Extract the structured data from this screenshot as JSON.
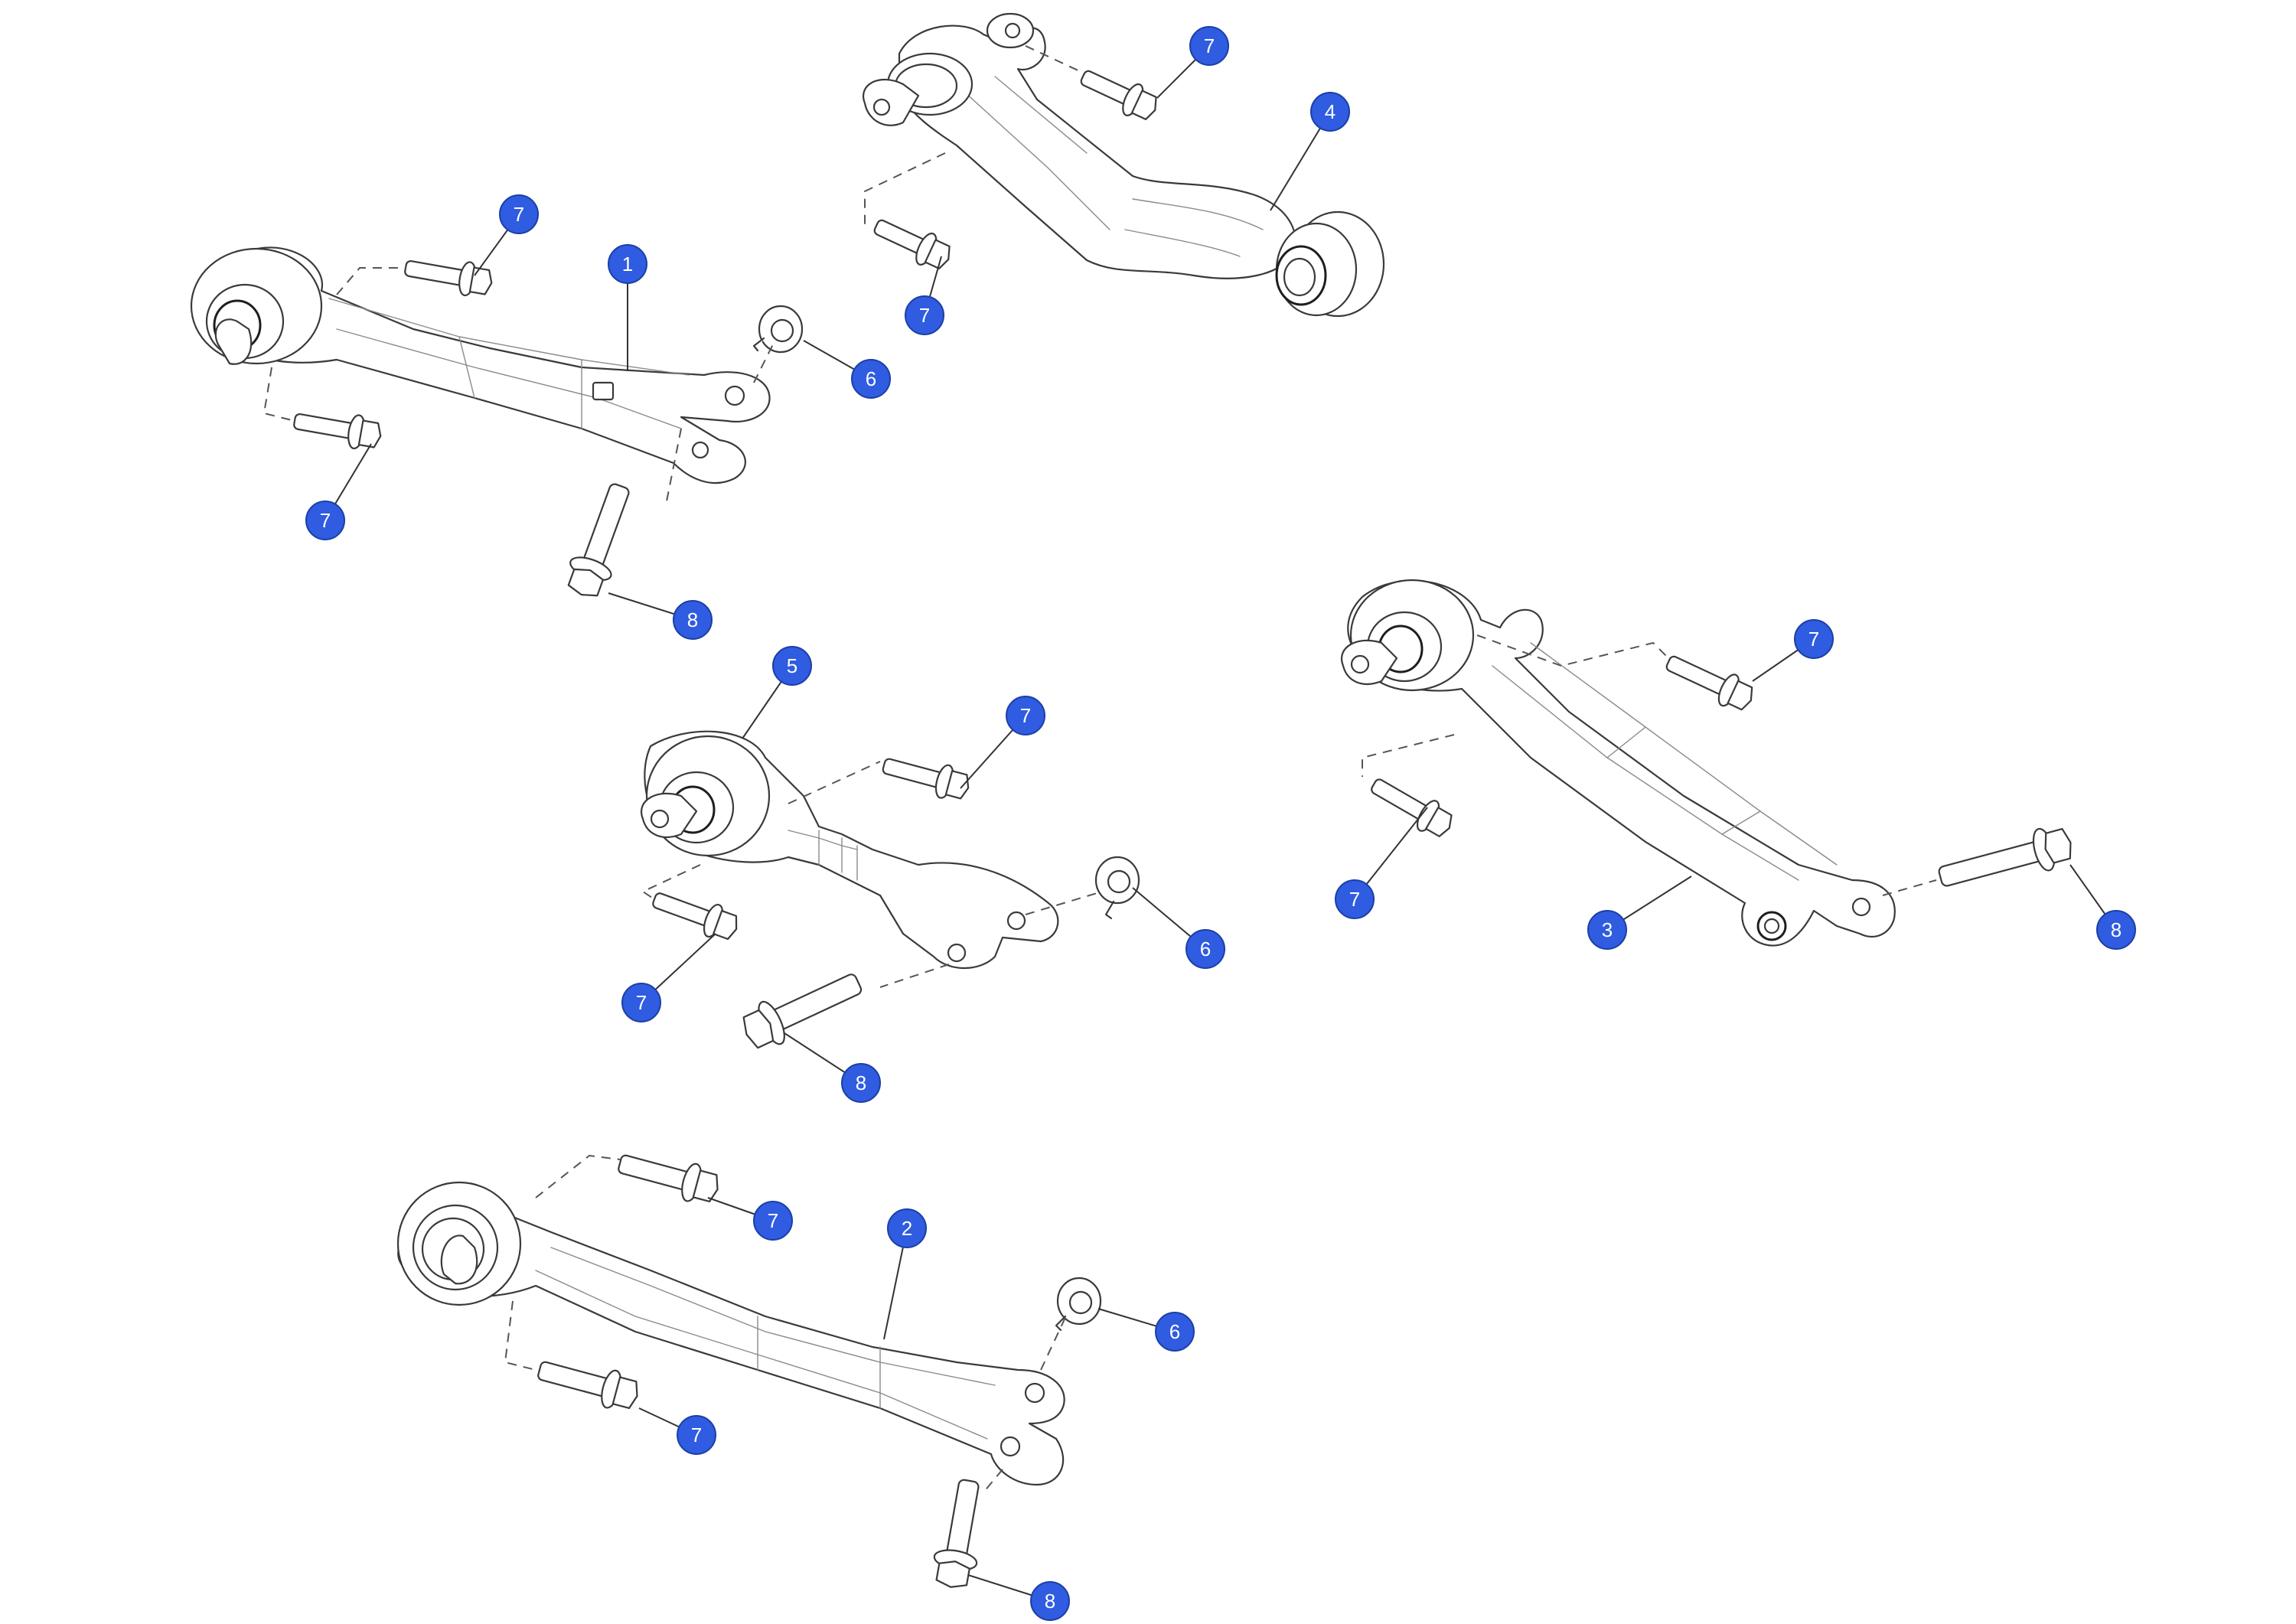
{
  "callouts": [
    {
      "id": "c1",
      "label": "1"
    },
    {
      "id": "c2",
      "label": "2"
    },
    {
      "id": "c3",
      "label": "3"
    },
    {
      "id": "c4",
      "label": "4"
    },
    {
      "id": "c5",
      "label": "5"
    },
    {
      "id": "c6a",
      "label": "6"
    },
    {
      "id": "c6b",
      "label": "6"
    },
    {
      "id": "c6c",
      "label": "6"
    },
    {
      "id": "c7a",
      "label": "7"
    },
    {
      "id": "c7b",
      "label": "7"
    },
    {
      "id": "c7c",
      "label": "7"
    },
    {
      "id": "c7d",
      "label": "7"
    },
    {
      "id": "c7e",
      "label": "7"
    },
    {
      "id": "c7f",
      "label": "7"
    },
    {
      "id": "c7g",
      "label": "7"
    },
    {
      "id": "c7h",
      "label": "7"
    },
    {
      "id": "c7i",
      "label": "7"
    },
    {
      "id": "c7j",
      "label": "7"
    },
    {
      "id": "c8a",
      "label": "8"
    },
    {
      "id": "c8b",
      "label": "8"
    },
    {
      "id": "c8c",
      "label": "8"
    },
    {
      "id": "c8d",
      "label": "8"
    }
  ],
  "colors": {
    "callout_fill": "#2f5ce0",
    "line": "#3a3a3a"
  }
}
